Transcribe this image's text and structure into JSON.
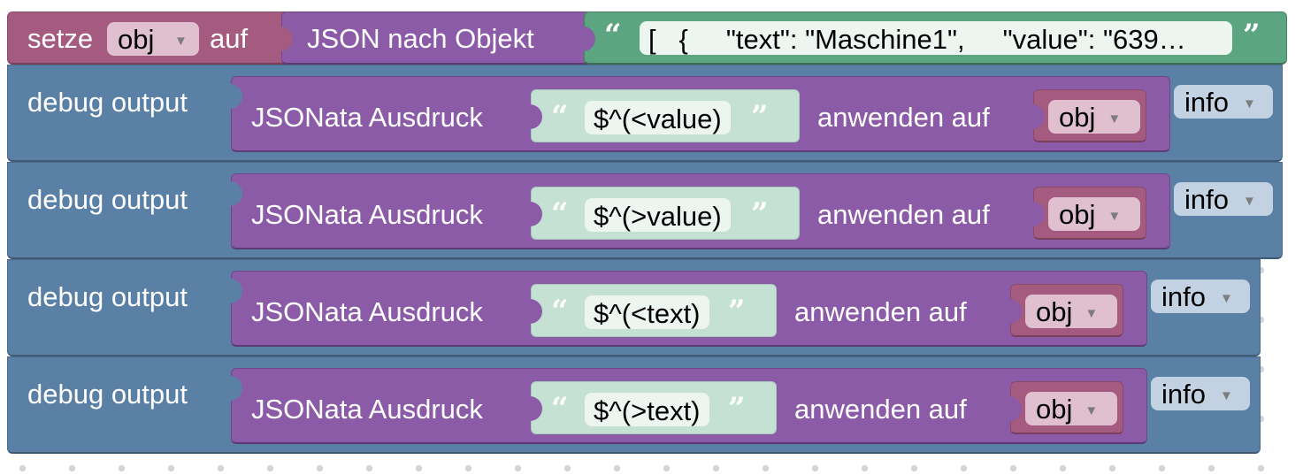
{
  "set_block": {
    "label_set": "setze",
    "variable": "obj",
    "label_to": "auf",
    "value_block": {
      "label": "JSON nach Objekt",
      "text_value": "[   {     \"text\": \"Maschine1\",     \"value\": \"639…"
    }
  },
  "debug_blocks": [
    {
      "label": "debug output",
      "expr_label": "JSONata Ausdruck",
      "expression": "$^(<value)",
      "apply_label": "anwenden auf",
      "variable": "obj",
      "level": "info"
    },
    {
      "label": "debug output",
      "expr_label": "JSONata Ausdruck",
      "expression": "$^(>value)",
      "apply_label": "anwenden auf",
      "variable": "obj",
      "level": "info"
    },
    {
      "label": "debug output",
      "expr_label": "JSONata Ausdruck",
      "expression": "$^(<text)",
      "apply_label": "anwenden auf",
      "variable": "obj",
      "level": "info"
    },
    {
      "label": "debug output",
      "expr_label": "JSONata Ausdruck",
      "expression": "$^(>text)",
      "apply_label": "anwenden auf",
      "variable": "obj",
      "level": "info"
    }
  ],
  "colors": {
    "variables": "#a55b80",
    "convert": "#8c5ba8",
    "text": "#5ba580",
    "debug": "#5b80a5",
    "string_bg": "#c4e1d4"
  },
  "icons": {
    "open_quote": "“",
    "close_quote": "”",
    "dropdown": "dropdown-arrow-icon"
  }
}
